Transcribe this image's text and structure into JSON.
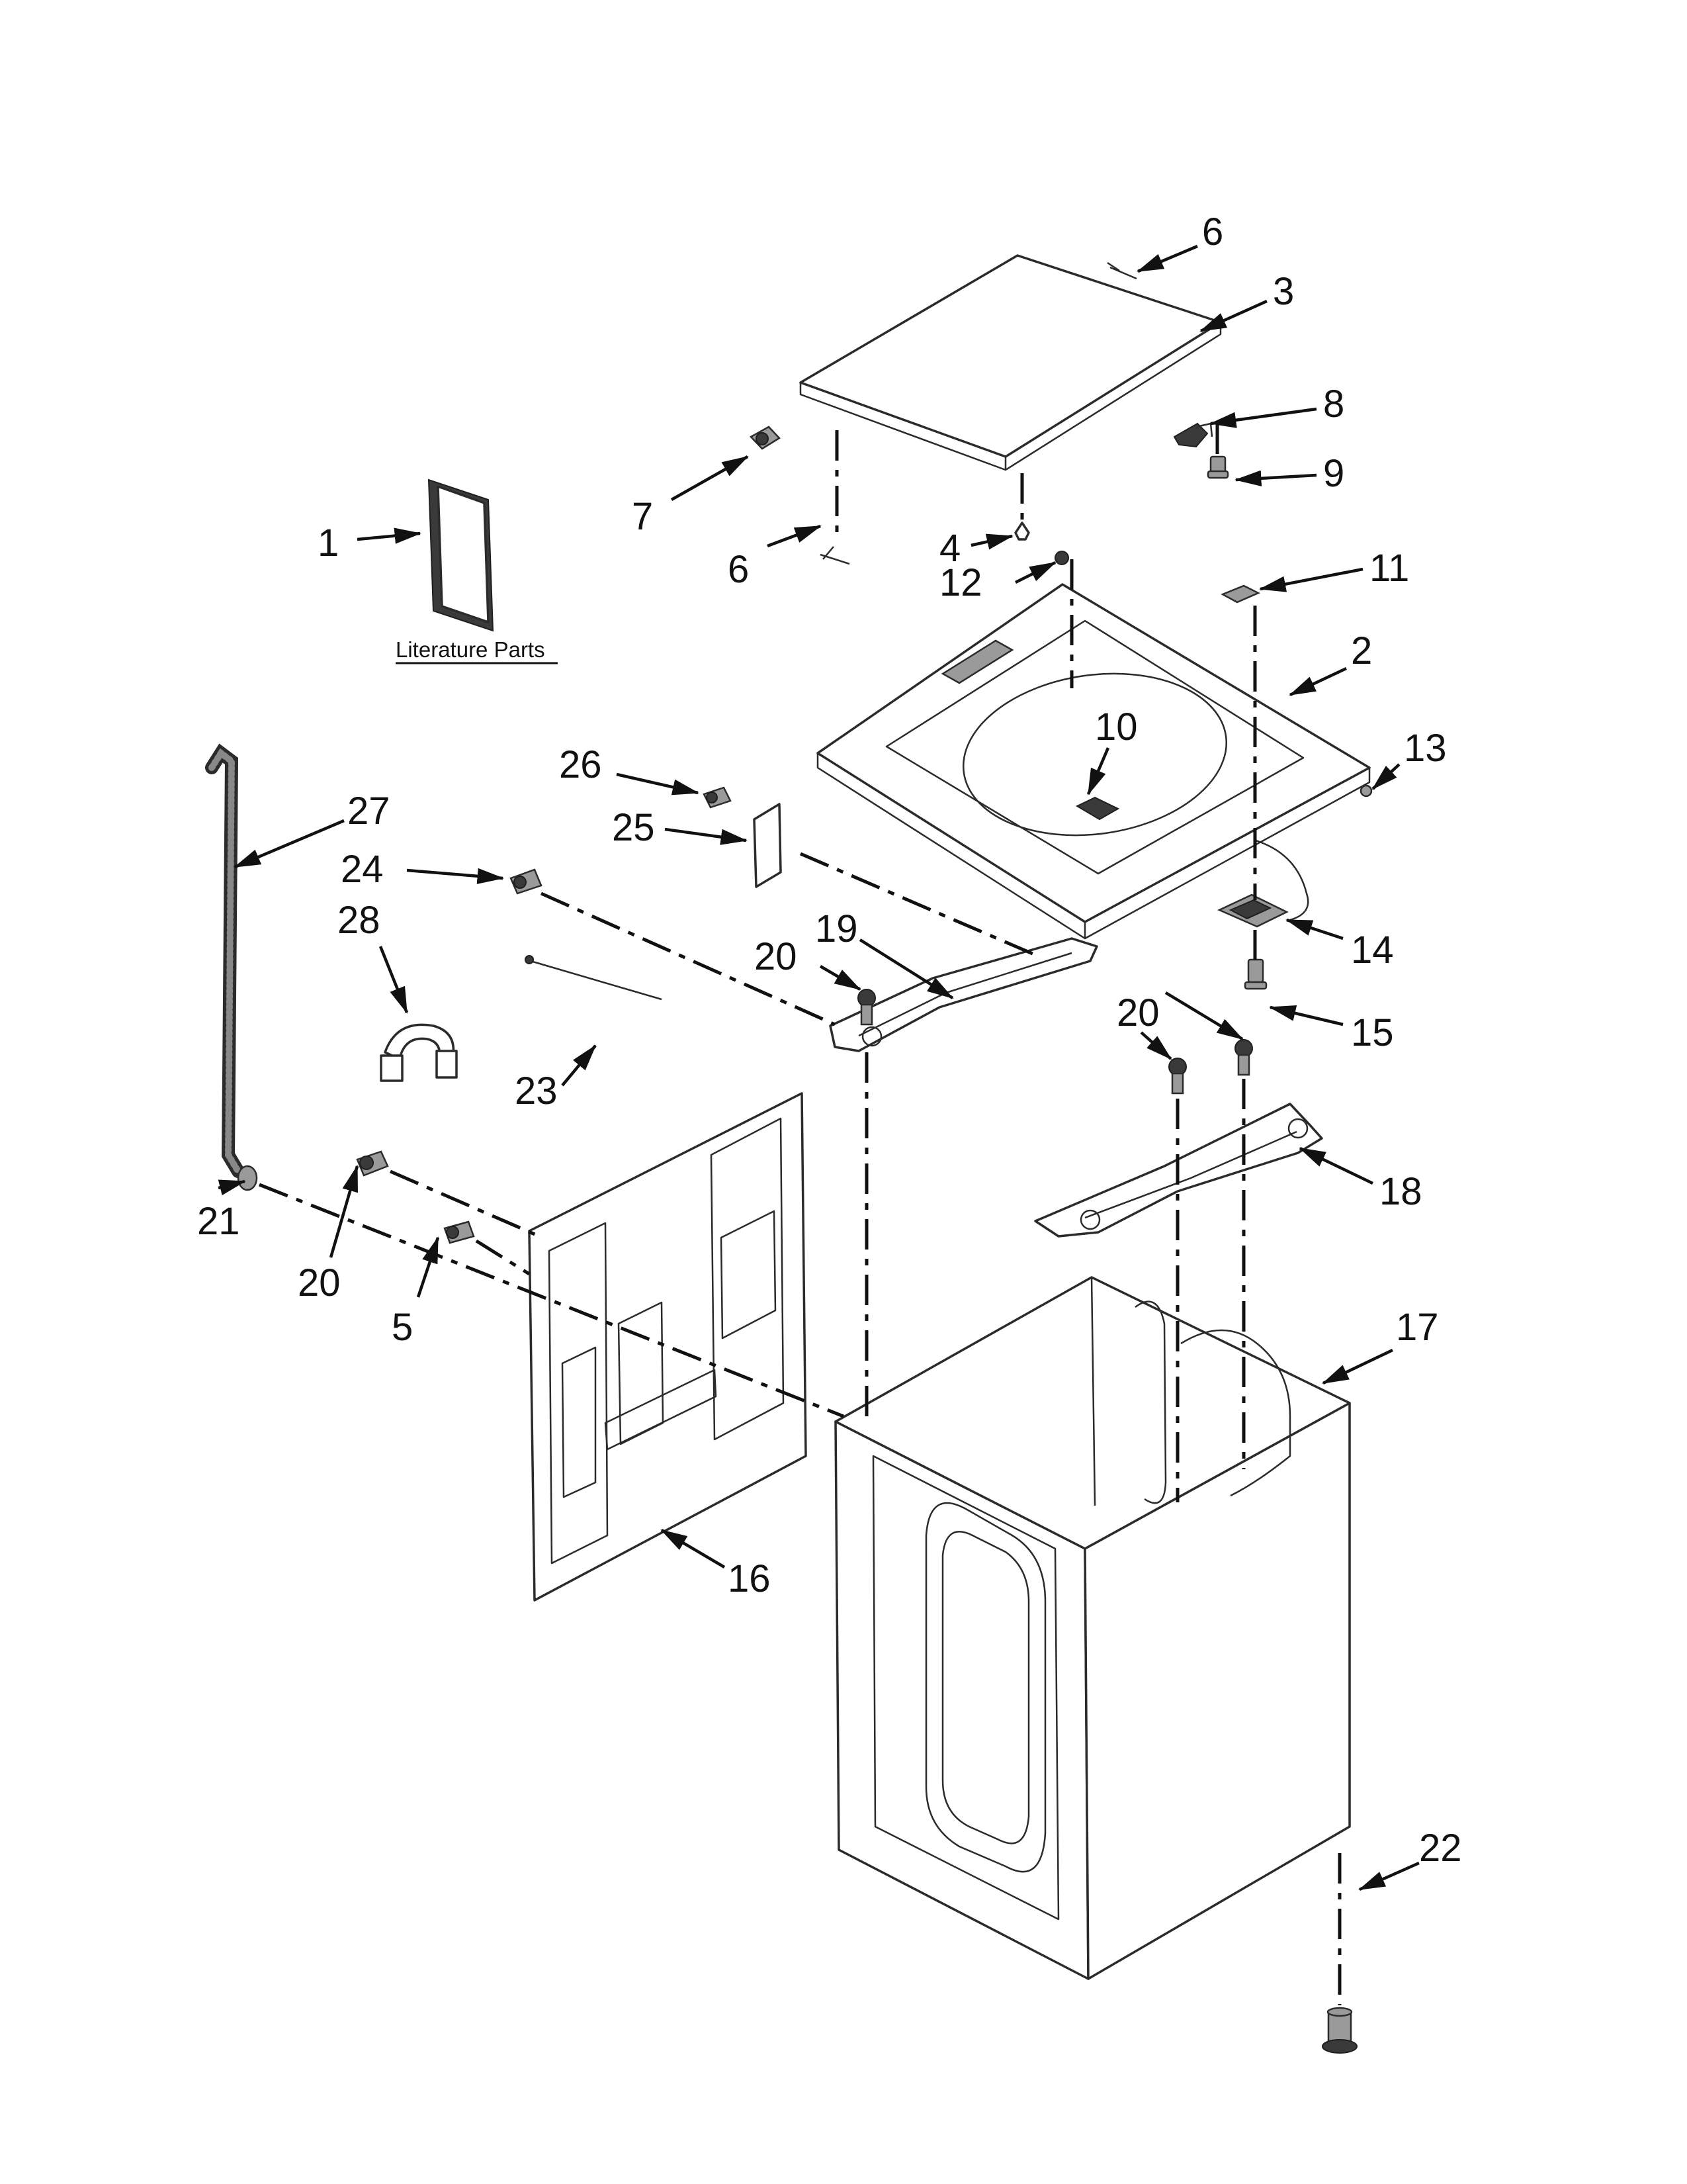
{
  "literature_label": "Literature Parts",
  "callouts": [
    {
      "id": "c1",
      "label": "1"
    },
    {
      "id": "c2",
      "label": "2"
    },
    {
      "id": "c3",
      "label": "3"
    },
    {
      "id": "c4",
      "label": "4"
    },
    {
      "id": "c5",
      "label": "5"
    },
    {
      "id": "c6a",
      "label": "6"
    },
    {
      "id": "c6b",
      "label": "6"
    },
    {
      "id": "c7",
      "label": "7"
    },
    {
      "id": "c8",
      "label": "8"
    },
    {
      "id": "c9",
      "label": "9"
    },
    {
      "id": "c10",
      "label": "10"
    },
    {
      "id": "c11",
      "label": "11"
    },
    {
      "id": "c12",
      "label": "12"
    },
    {
      "id": "c13",
      "label": "13"
    },
    {
      "id": "c14",
      "label": "14"
    },
    {
      "id": "c15",
      "label": "15"
    },
    {
      "id": "c16",
      "label": "16"
    },
    {
      "id": "c17",
      "label": "17"
    },
    {
      "id": "c18",
      "label": "18"
    },
    {
      "id": "c19",
      "label": "19"
    },
    {
      "id": "c20a",
      "label": "20"
    },
    {
      "id": "c20b",
      "label": "20"
    },
    {
      "id": "c20c",
      "label": "20"
    },
    {
      "id": "c21",
      "label": "21"
    },
    {
      "id": "c22",
      "label": "22"
    },
    {
      "id": "c23",
      "label": "23"
    },
    {
      "id": "c24",
      "label": "24"
    },
    {
      "id": "c25",
      "label": "25"
    },
    {
      "id": "c26",
      "label": "26"
    },
    {
      "id": "c27",
      "label": "27"
    },
    {
      "id": "c28",
      "label": "28"
    }
  ]
}
